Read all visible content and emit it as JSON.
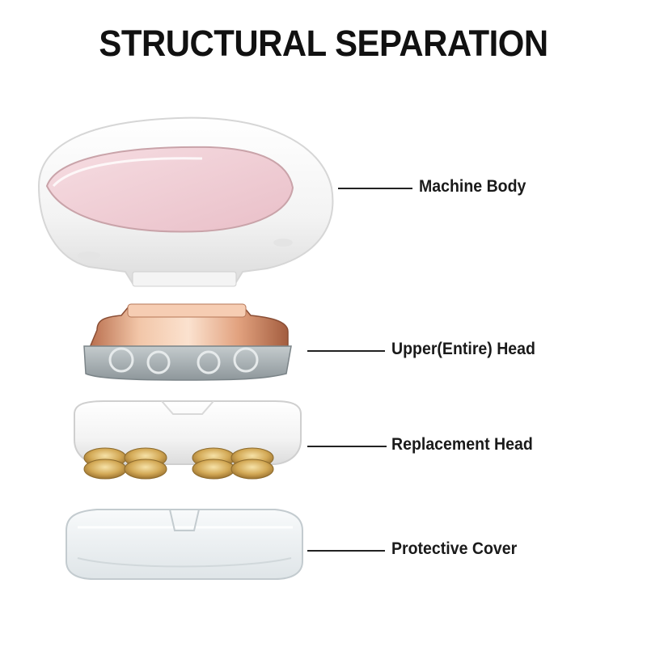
{
  "title": "STRUCTURAL SEPARATION",
  "parts": [
    {
      "label": "Machine Body"
    },
    {
      "label": "Upper(Entire) Head"
    },
    {
      "label": "Replacement Head"
    },
    {
      "label": "Protective Cover"
    }
  ],
  "colors": {
    "body_shell": "#f7f7f7",
    "body_panel": "#f2d3d9",
    "rose_gold": "#d99a78",
    "head_grey": "#9aa3a7",
    "gold_blade": "#d9b56a",
    "cover_clear": "#eef2f4"
  }
}
